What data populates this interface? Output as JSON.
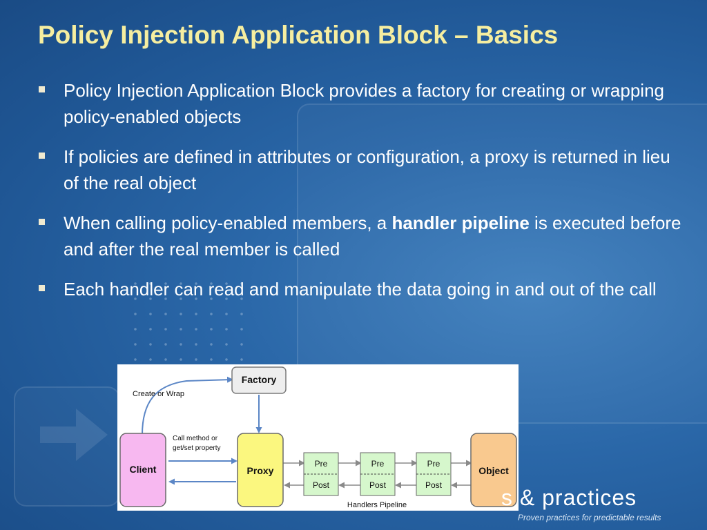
{
  "slide": {
    "title": "Policy Injection Application Block – Basics",
    "bullets": [
      {
        "text": "Policy Injection Application Block provides a factory for creating or wrapping policy-enabled objects"
      },
      {
        "text": "If policies are defined in attributes or configuration, a proxy is returned in lieu of the real object"
      },
      {
        "before": "When calling policy-enabled members, a ",
        "strong": "handler pipeline",
        "after": " is executed before and after the real member is called"
      },
      {
        "text": "Each handler can read and manipulate the data going in and out of the call"
      }
    ]
  },
  "diagram": {
    "factory": "Factory",
    "create_or_wrap": "Create or Wrap",
    "call_method_line1": "Call method or",
    "call_method_line2": "get/set property",
    "client": "Client",
    "proxy": "Proxy",
    "object": "Object",
    "handlers": [
      {
        "pre": "Pre",
        "post": "Post"
      },
      {
        "pre": "Pre",
        "post": "Post"
      },
      {
        "pre": "Pre",
        "post": "Post"
      }
    ],
    "pipeline_label": "Handlers Pipeline"
  },
  "branding": {
    "name": "s & practices",
    "tagline": "Proven practices for predictable results"
  },
  "colors": {
    "title": "#f6eea0",
    "client": "#f7b8f0",
    "proxy": "#fbf77f",
    "object": "#f9c98f",
    "handler": "#d6f7cc",
    "factory": "#eeeeee"
  }
}
